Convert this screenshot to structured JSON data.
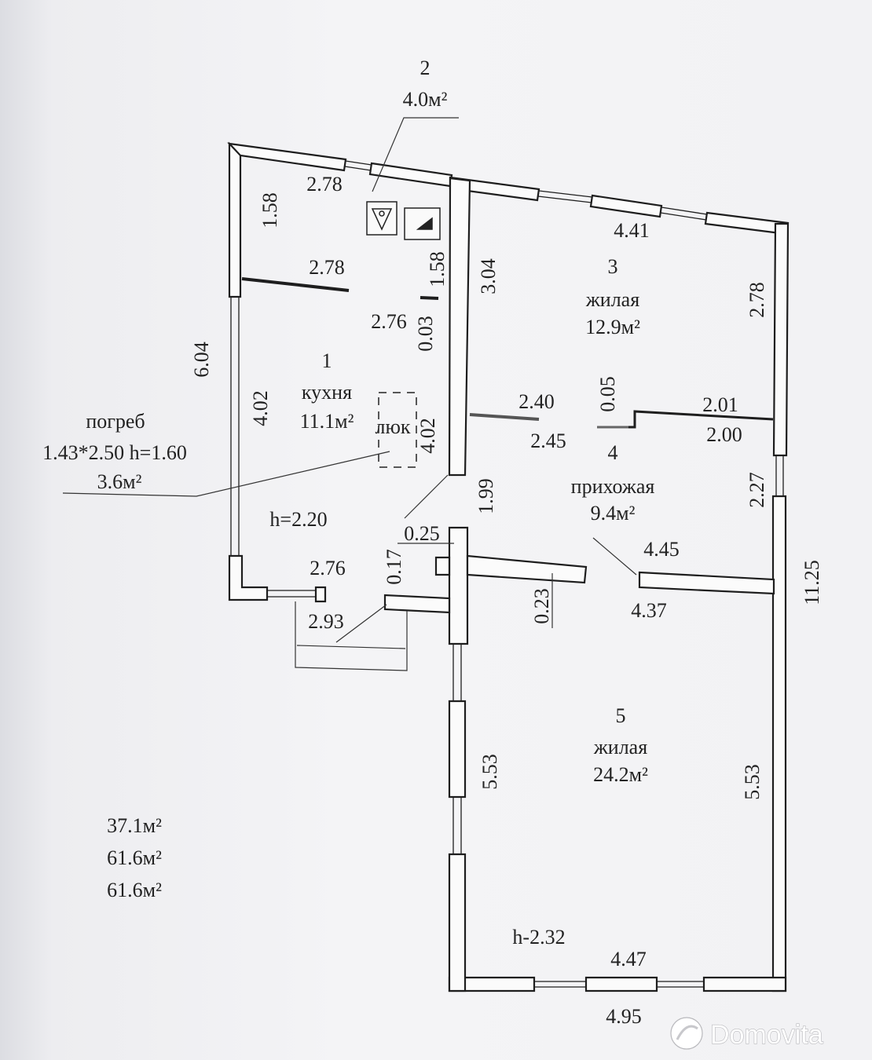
{
  "rooms": {
    "r1": {
      "num": "1",
      "name": "кухня",
      "area": "11.1м²"
    },
    "r2": {
      "num": "2",
      "area": "4.0м²"
    },
    "r3": {
      "num": "3",
      "name": "жилая",
      "area": "12.9м²"
    },
    "r4": {
      "num": "4",
      "name": "прихожая",
      "area": "9.4м²"
    },
    "r5": {
      "num": "5",
      "name": "жилая",
      "area": "24.2м²"
    }
  },
  "cellar": {
    "title": "погреб",
    "size": "1.43*2.50 h=1.60",
    "area": "3.6м²",
    "hatch": "люк"
  },
  "heights": {
    "h1": "h=2.20",
    "h2": "h-2.32"
  },
  "dims": {
    "d_278a": "2.78",
    "d_158a": "1.58",
    "d_278b": "2.78",
    "d_158b": "1.58",
    "d_276a": "2.76",
    "d_003": "0.03",
    "d_604": "6.04",
    "d_402a": "4.02",
    "d_402b": "4.02",
    "d_304": "3.04",
    "d_441": "4.41",
    "d_278c": "2.78",
    "d_240": "2.40",
    "d_005": "0.05",
    "d_201": "2.01",
    "d_245": "2.45",
    "d_200": "2.00",
    "d_227": "2.27",
    "d_199": "1.99",
    "d_025": "0.25",
    "d_445": "4.45",
    "d_276b": "2.76",
    "d_017": "0.17",
    "d_023": "0.23",
    "d_437": "4.37",
    "d_1125": "11.25",
    "d_293": "2.93",
    "d_553a": "5.53",
    "d_553b": "5.53",
    "d_447": "4.47",
    "d_495": "4.95"
  },
  "totals": [
    "37.1м²",
    "61.6м²",
    "61.6м²"
  ],
  "watermark": "Domovita"
}
